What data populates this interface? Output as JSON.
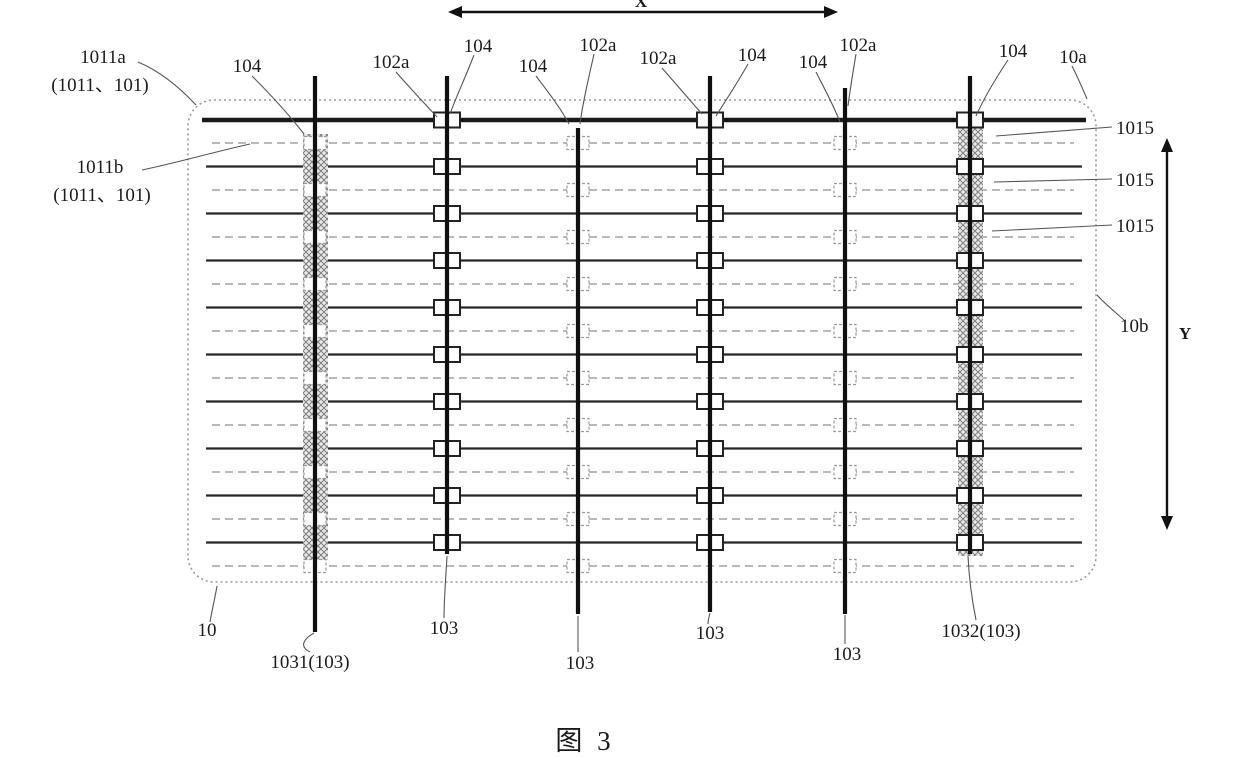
{
  "figure": {
    "caption": "图 3",
    "x_axis": "X",
    "y_axis": "Y"
  },
  "labels": {
    "ref_1011a": "1011a",
    "ref_1011_101": "(1011、101)",
    "ref_1011b": "1011b",
    "ref_104": "104",
    "ref_102a": "102a",
    "ref_10a": "10a",
    "ref_1015": "1015",
    "ref_10b": "10b",
    "ref_10": "10",
    "ref_1031_103": "1031(103)",
    "ref_103": "103",
    "ref_1032_103": "1032(103)"
  }
}
